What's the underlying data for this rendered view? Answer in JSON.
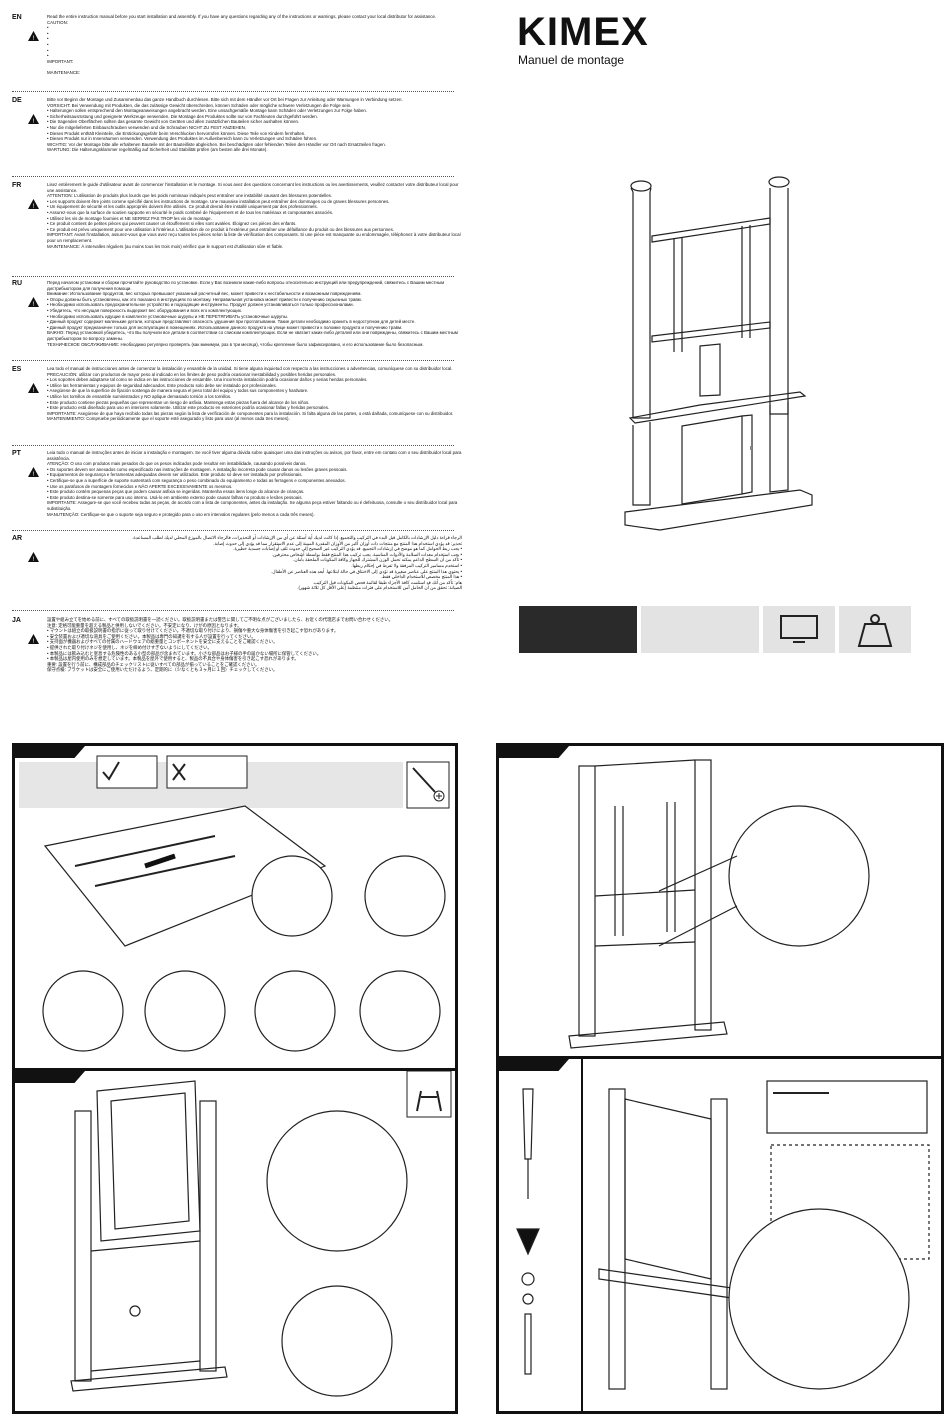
{
  "brand": {
    "logo": "KIMEX",
    "subtitle": "Manuel de montage"
  },
  "languages": [
    {
      "code": "EN",
      "text": "Read the entire instruction manual before you start installation and assembly. If you have any questions regarding any of the instructions or warnings, please contact your local distributor for assistance.\nCAUTION:\n•\n•\n•\n•\n•\n•\nIMPORTANT:\n\nMAINTENANCE:"
    },
    {
      "code": "DE",
      "text": "Bitte vor Beginn der Montage und Zusammenbau das ganze Handbuch durchlesen. Bitte sich mit dem Händler vor Ort bei Fragen zur Anleitung oder Warnungen in Verbindung setzen.\nVORSICHT: Bei Verwendung mit Produkten, die das zulässige Gewicht überschreiten, können Schäden oder mögliche schwere Verletzungen die Folge sein.\n• Halterungen sollen entsprechend den Montageanweisungen angebracht werden. Eine unsachgemäße Montage kann Schäden oder Verletzungen zur Folge haben.\n• Sicherheitsausrüstung und geeignete Werkzeuge verwenden. Die Montage des Produktes sollte nur von Fachleuten durchgeführt werden.\n• Die tragenden Oberflächen sollten das gesamte Gewicht von Geräten und allen zusätzlichen Bauteilen sicher aushalten können.\n• Nur die mitgelieferten Einbauschrauben verwenden und die Schrauben NICHT ZU FEST ANZIEHEN.\n• Dieses Produkt enthält Kleinteile, die Erstickungsgefahr beim Verschlucken hervorrufen können. Diese Teile von Kindern fernhalten.\n• Dieses Produkt nur in Innenräumen verwenden. Verwendung des Produktes im Außenbereich kann zu Verletzungen und Schäden führen.\nWICHTIG: Vor der Montage bitte alle erhaltenen Bauteile mit der Bauteilliste abgleichen. Bei beschädigten oder fehlenden Teilen den Händler vor Ort nach Ersatzteilen fragen.\nWARTUNG: Die Halterungsklammer regelmäßig auf Sicherheit und Stabilität prüfen (am besten alle drei Monate)."
    },
    {
      "code": "FR",
      "text": "Lisez entièrement le guide d'utilisateur avant de commencer l'installation et le montage. Si vous avez des questions concernant les instructions ou les avertissements, veuillez contacter votre distributeur local pour une assistance.\nATTENTION: L'utilisation de produits plus lourds que les poids nominaux indiqués peut entraîner une instabilité causant des blessures potentielles.\n• Les supports doivent être joints comme spécifié dans les instructions de montage. Une mauvaise installation peut entraîner des dommages ou de graves blessures personnes.\n• Un équipement de sécurité et les outils appropriés doivent être utilisés. Ce produit devrait être installé uniquement par des professionnels.\n• Assurez-vous que la surface de soutien supporte en sécurité le poids combiné de l'équipement et de tous les matériaux et composantes associés.\n• Utilisez les vis de montage fournies et NE SERREZ PAS TROP les vis de montage.\n• Ce produit contient de petites pièces qui peuvent causer un étouffement si elles sont avalées. Éloignez ces pièces des enfants.\n• Ce produit est prévu uniquement pour une utilisation à l'intérieur. L'utilisation de ce produit à l'extérieur peut entraîner une défaillance du produit ou des blessures aux personnes.\nIMPORTANT: Avant l'installation, assurez-vous que vous avez reçu toutes les pièces selon la liste de vérification des composants. Si une pièce est manquante ou endommagée, téléphonez à votre distributeur local pour un remplacement.\nMAINTENANCE: À intervalles réguliers (au moins tous les trois mois) vérifiez que le support est d'utilisation sûre et fiable."
    },
    {
      "code": "RU",
      "text": "Перед началом установки и сборки прочитайте руководство по установке. Если у Вас возникли какие-либо вопросы относительно инструкций или предупреждений, свяжитесь с Вашим местным дистрибьютором для получения помощи.\nВнимание: Использование продуктов, вес которых превышает указанный расчетный вес, может привести к нестабильности и возможным повреждениям.\n• Опоры должны быть установлены, как это показано в инструкциях по монтажу. Неправильная установка может привести к получению серьезных травм.\n• Необходимо использовать предохранительное устройство и подходящие инструменты. Продукт должен устанавливаться только профессионалами.\n• Убедитесь, что несущая поверхность выдержит вес оборудования и всех его комплектующих.\n• Необходимо использовать идущие в комплекте установочные шурупы и НЕ ПЕРЕТЯГИВАТЬ установочные шурупы.\n• Данный продукт содержит маленькие детали, которые представляют опасность удушения при проглатывании. Такие детали необходимо хранить в недоступном для детей месте.\n• Данный продукт предназначен только для эксплуатации в помещениях. Использование данного продукта на улице может привести к поломке продукта и получению травм.\nВАЖНО: Перед установкой убедитесь, что Вы получили все детали в соответствии со списком комплектующих. Если не хватает каких-либо деталей или они повреждены, свяжитесь с Вашим местным дистрибьютором по вопросу замены.\nТЕХНИЧЕСКОЕ ОБСЛУЖИВАНИЕ: Необходимо регулярно проверять (как минимум, раз в три месяца), чтобы крепление было зафиксировано, и его использование было безопасным."
    },
    {
      "code": "ES",
      "text": "Lea todo el manual de instrucciones antes de comenzar la instalación y ensamble de la unidad. Si tiene alguna inquietud con respecto a las instrucciones o advertencias, comuníquese con su distribuidor local.\nPRECAUCIÓN: utilizar con productos de mayor peso al indicado en los límites de peso podría ocasionar inestabilidad y posibles heridas personales.\n• Los soportes deben adaptarse tal como se indica en las instrucciones de ensamble. Una incorrecta instalación podría ocasionar daños y serias heridas personales.\n• Utilice las herramientas y equipos de seguridad adecuados. Este producto solo debe ser instalado por profesionales.\n• Asegúrese de que la superficie de fijación sostenga de manera segura el peso total del equipo y todos sus componentes y hardware.\n• Utilice los tornillos de ensamble suministrados y NO aplique demasiado torsión a los tornillos.\n• Este producto contiene piezas pequeñas que representan un riesgo de asfixia. Mantenga estas piezas fuera del alcance de los niños.\n• Este producto está diseñado para uso en interiores solamente. Utilizar este producto en exteriores podría ocasionar fallas y heridas personales.\nIMPORTANTE: Asegúrese de que haya recibido todas las piezas según la lista de verificación de componentes para la instalación. Si falta alguna de las partes, o está dañada, comuníquese con su distribuidor.\nMANTENIMIENTO: Compruebe periódicamente que el soporte esté asegurado y listo para usar (al menos cada tres meses)."
    },
    {
      "code": "PT",
      "text": "Leia todo o manual de instruções antes de iniciar a instalação e montagem. Se você tiver alguma dúvida sobre quaisquer uma das instruções ou avisos, por favor, entre em contato com o seu distribuidor local para assistência.\nATENÇÃO: O uso com produtos mais pesados do que os pesos indicados pode resultar em instabilidade, causando possíveis danos.\n• Os suportes devem ser anexados como especificado nas instruções de montagem. A instalação incorreta pode causar danos ou lesões graves pessoais.\n• Equipamentos de segurança e ferramentas adequadas devem ser utilizados. Este produto só deve ser instalado por profissionais.\n• Certifique-se que a superfície de suporte sustentará com segurança o peso combinado do equipamento e todas as ferragens e componentes anexados.\n• Use os parafusos de montagem fornecidos e NÃO APERTE EXCESSIVAMENTE os mesmos.\n• Este produto contém pequenas peças que podem causar asfixia se ingeridas. Mantenha essas itens longe do alcance de crianças.\n• Este produto destina-se somente para uso interno. Usá-lo em ambiente externo pode causar falhas no produto e lesões pessoais.\nIMPORTANTE: Assegure-se que você recebeu todas as peças, de acordo com a lista de componentes, antes da instalação. Se alguma peça estiver faltando ou é defeituosa, consulte o seu distribuidor local para substituição.\nMANUTENÇÃO: Certifique-se que o suporte seja seguro e protegido para o uso em intervalos regulares (pelo menos a cada três meses)."
    },
    {
      "code": "AR",
      "text": "الرجاء قراءة دليل الإرشادات بالكامل قبل البدء في التركيب والتجميع. إذا كانت لديك أية أسئلة عن أي من الإرشادات أو التحذيرات، فالرجاء الاتصال بالموزع المحلي لديك لطلب المساعدة.\nتحذير: قد يؤدي استخدام هذا المنتج مع منتجات ذات أوزان أكبر من الأوزان المقدرة المبينة إلى عدم الاستقرار مما قد يؤدي إلى حدوث إصابة.\n• يجب ربط الحوامل كما هو موضح في إرشادات التجميع. قد يؤدي التركيب غير الصحيح إلى حدوث تلف أو إصابات جسدية خطيرة.\n• يجب استخدام معدات السلامة والأدوات المناسبة. يجب تركيب هذا المنتج فقط بواسطة أشخاص محترفين.\n• تأكد من أن السطح الداعم يمكنه تحمل الوزن المشترك للجهاز وكافة المكونات الملحقة بأمان.\n• استخدم مسامير التركيب المرفقة ولا تفرط في إحكام ربطها.\n• يحتوي هذا المنتج على عناصر صغيرة قد تؤدي إلى الاختناق في حالة ابتلاعها. أبعد هذه العناصر عن الأطفال.\n• هذا المنتج مخصص للاستخدام الداخلي فقط.\nهام: تأكد من أنك قد استلمت كافة الأجزاء طبقا لقائمة فحص المكونات قبل التركيب.\nالصيانة: تحقق من أن الحامل آمن للاستخدام على فترات منتظمة (على الأقل كل ثلاثة شهور)."
    },
    {
      "code": "JA",
      "text": "設置や組み立てを始める前に、すべての取扱説明書を一読ください。取扱説明書または警告に関してご不明な点がございましたら、お近くの代理店までお問い合わせください。\n注意: 定格可能重量を超える製品と併用しないでください。不安定になり、けがの原因となります。\n• マウントは組立の取扱説明書の指示に従って取り付けてください。不適切な取り付けにより、損傷や重大な身体傷害を引き起こす恐れがあります。\n• 安全装置および適切な道具をご使用ください。本製品は専門の知識を有する人が設置を行ってください。\n• 支持面が機器およびすべての付属のハードウェアの総重量とコンポーネントを安全に支えることをご確認ください。\n• 提供された取り付けネジを使用し、ネジを締め付けすぎないようにしてください。\n• 本製品には飲み込むと窒息する危険性のある小型の部品が含まれています。小さな部品はお子様の手の届かない場所に保管してください。\n• 本製品は屋内使用のみを想定しています。本製品を屋外で使用すると、製品の不具合や身体傷害を引き起こす恐れがあります。\n重要: 設置を行う前に、構成部品のチェックリストに従いすべての部品が揃っていることをご確認ください。\n保守点検: ブラケットは安全にご使用いただけるよう、定期的に（少なくとも３ヶ月に１回）チェックしてください。"
    }
  ],
  "icons": [
    "monitor-icon",
    "weight-icon"
  ]
}
